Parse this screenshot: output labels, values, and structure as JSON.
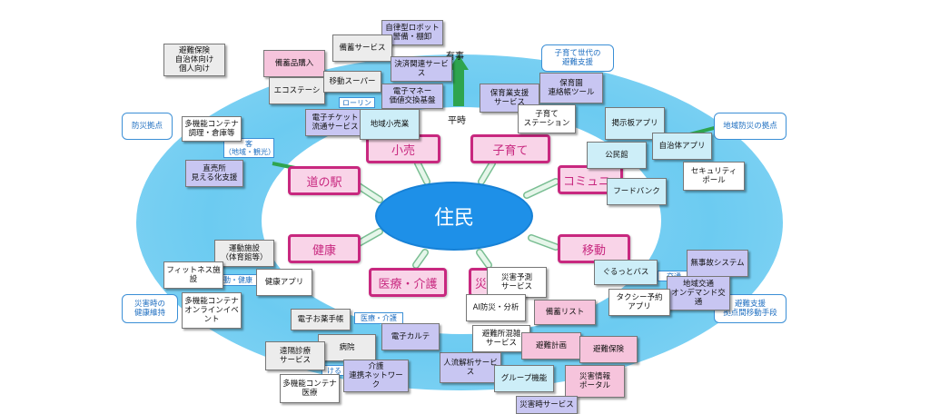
{
  "legend": {
    "text": "避難保険\n自治体向け\n個人向け"
  },
  "center": {
    "label": "住民"
  },
  "axis": {
    "top": "有事",
    "bottom": "平時"
  },
  "categories": {
    "shopping": "小売",
    "childcare": "子育て",
    "community": "コミュニ",
    "roadside": "道の駅",
    "health": "健康",
    "mobility": "移動",
    "medical": "医療・介護",
    "disaster": "災"
  },
  "sidebars": {
    "bousai": "防災拠点",
    "kosodate_generation": "子育て世代の\n避難支援",
    "chiiki_bousai": "地域防災の拠点",
    "kenkou": "災害時の\n健康維持",
    "hinan_shien": "避難支援\n拠点間移動手段"
  },
  "subs": {
    "kanko": "客\n（地域・観光）",
    "rolling": "ローリン",
    "undou": "動・健康",
    "iryo_kaigo": "医療・介護",
    "keru": "ける",
    "koutsu": "交通"
  },
  "notes": {
    "robot": "自律型ロボット\n警備・棚卸",
    "bichiku_service": "備蓄サービス",
    "bichiku_kounyu": "備蓄品購入",
    "kessai": "決済関連サービ\nス",
    "eco": "エコステーシ",
    "idou_super": "移動スーパー",
    "e_money": "電子マネー\n価値交換基盤",
    "e_ticket": "電子チケット\n流通サービス",
    "chiiki_kouri": "地域小売業",
    "tabou_chouri": "多機能コンテナ\n調理・倉庫等",
    "chokubaijo": "直売所\n見える化支援",
    "hoikuen_shien": "保育業支援\nサービス",
    "hoikuen_renraku": "保育園\n連絡帳ツール",
    "kosodate_station": "子育て\nステーション",
    "keijiban": "掲示板アプリ",
    "kouminkan": "公民館",
    "jichitai_app": "自治体アプリ",
    "security_pole": "セキュリティ\nポール",
    "food_bank": "フードバンク",
    "undou_shisetsu": "運動施設\n（体育館等）",
    "fitness": "フィットネス施\n設",
    "kenkou_app": "健康アプリ",
    "tabou_online": "多機能コンテナ\nオンラインイベ\nント",
    "saigai_yosoku": "災害予測\nサービス",
    "ai_bousai": "AI防災・分析",
    "bichiku_list": "備蓄リスト",
    "hinanjo": "避難所混雑\nサービス",
    "hinan_keikaku": "避難計画",
    "hinan_hoken": "避難保険",
    "jinryu": "人流解析サービ\nス",
    "group": "グループ機能",
    "saigai_portal": "災害情報\nポータル",
    "saigaiji_service": "災害時サービス",
    "gurutto": "ぐるっとバス",
    "mujiko": "無事故システム",
    "on_demand": "地域交通\nオンデマンド交\n通",
    "taxi": "タクシー予約\nアプリ",
    "e_okusuri": "電子お薬手帳",
    "byouin": "病院",
    "e_karte": "電子カルテ",
    "enkaku": "遠隔診療\nサービス",
    "kaigo_network": "介護\n連携ネットワー\nク",
    "tabou_iryo": "多機能コンテナ\n医療"
  }
}
